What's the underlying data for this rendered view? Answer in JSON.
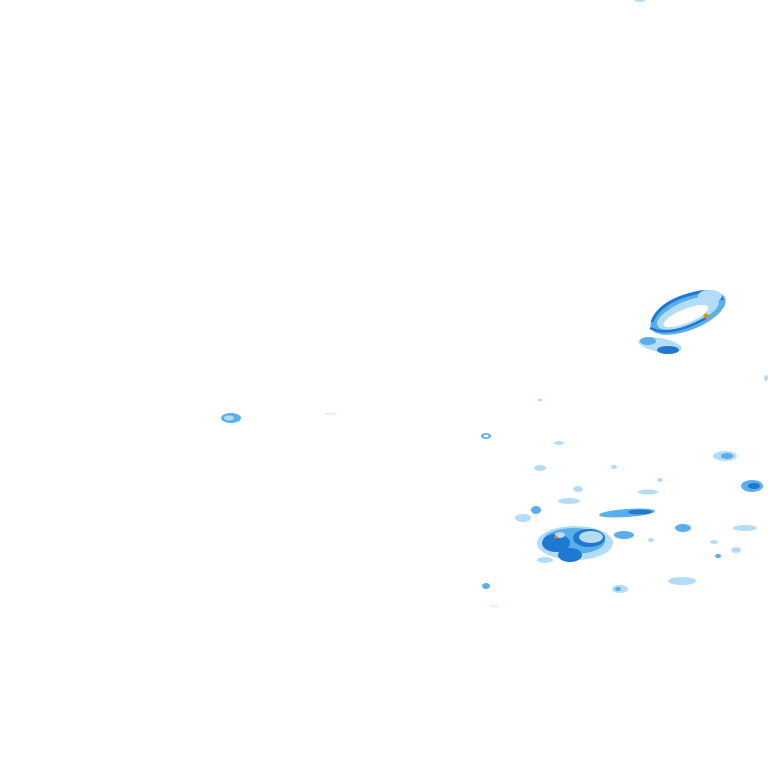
{
  "map": {
    "kind": "weather-radar-overlay",
    "background": "#ffffff",
    "palette": {
      "light": "#b3dcf8",
      "medium": "#5aaeea",
      "heavy": "#1f78d1",
      "intense": "#0b5bb5",
      "hail_marker": "#e08a1e"
    },
    "intensity_levels": [
      "light",
      "medium",
      "heavy",
      "intense"
    ]
  }
}
